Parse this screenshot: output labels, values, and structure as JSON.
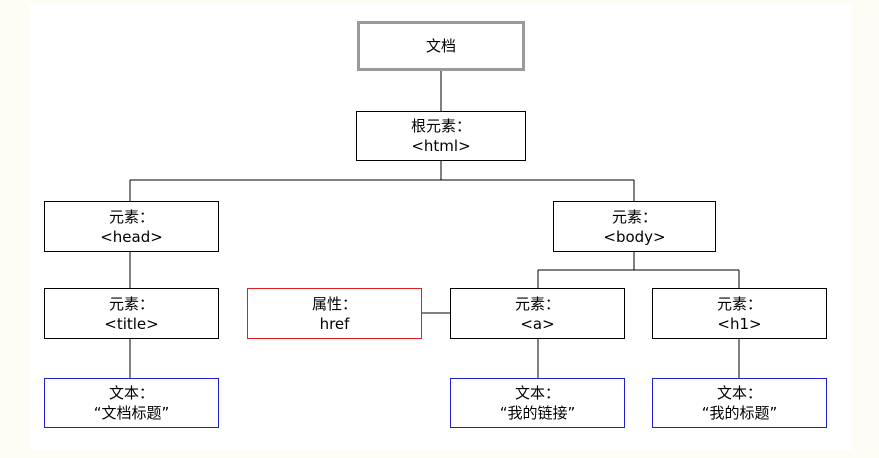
{
  "colors": {
    "element_border": "#000000",
    "document_border": "#9a9a9a",
    "attribute_border": "#dd1f1f",
    "text_border": "#2020cc",
    "background": "#fdfdf5"
  },
  "nodes": {
    "document": {
      "line1": "文档"
    },
    "html": {
      "line1": "根元素：",
      "line2": "<html>"
    },
    "head": {
      "line1": "元素：",
      "line2": "<head>"
    },
    "body": {
      "line1": "元素：",
      "line2": "<body>"
    },
    "title": {
      "line1": "元素：",
      "line2": "<title>"
    },
    "href": {
      "line1": "属性：",
      "line2": "href"
    },
    "a": {
      "line1": "元素：",
      "line2": "<a>"
    },
    "h1": {
      "line1": "元素：",
      "line2": "<h1>"
    },
    "title_text": {
      "line1": "文本：",
      "line2": "“文档标题”"
    },
    "a_text": {
      "line1": "文本：",
      "line2": "“我的链接”"
    },
    "h1_text": {
      "line1": "文本：",
      "line2": "“我的标题”"
    }
  }
}
